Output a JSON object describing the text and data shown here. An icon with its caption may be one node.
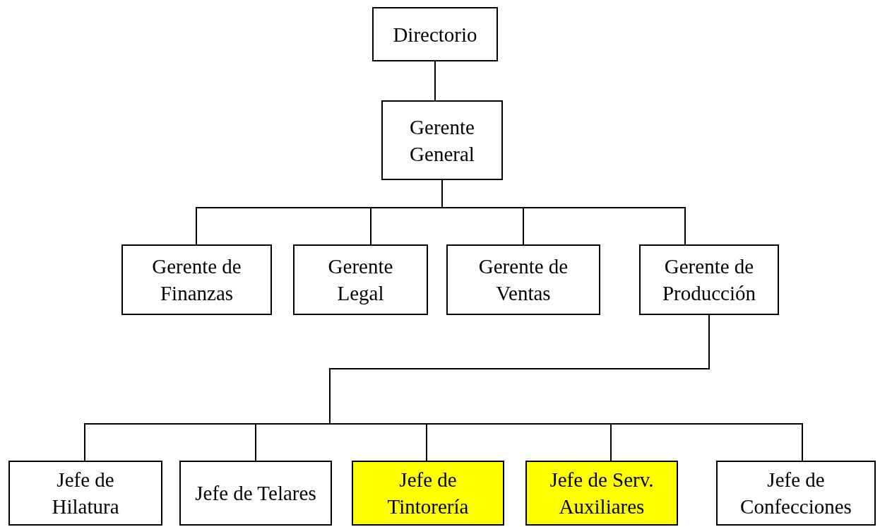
{
  "diagram": {
    "nodes": [
      {
        "text": [
          "Directorio"
        ]
      },
      {
        "text": [
          "Gerente General"
        ]
      },
      {
        "text": [
          "Gerente de Finanzas"
        ]
      },
      {
        "text": [
          "Gerente Legal"
        ]
      },
      {
        "text": [
          "Gerente de Ventas"
        ]
      },
      {
        "text": [
          "Gerente de Producción"
        ]
      },
      {
        "text": [
          "Jefe de Hilatura"
        ]
      },
      {
        "text": [
          "Jefe de Telares"
        ]
      },
      {
        "text": [
          "Jefe de Tintorería"
        ]
      },
      {
        "text": [
          "Jefe de Serv. Auxiliares"
        ]
      },
      {
        "text": [
          "Jefe de Confecciones"
        ]
      }
    ],
    "edges": [
      {
        "from": 0,
        "to": 1,
        "arrow": "none"
      },
      {
        "from": 1,
        "to": 2,
        "arrow": "none"
      },
      {
        "from": 1,
        "to": 3,
        "arrow": "none"
      },
      {
        "from": 1,
        "to": 4,
        "arrow": "none"
      },
      {
        "from": 1,
        "to": 5,
        "arrow": "none"
      },
      {
        "from": 5,
        "to": 6,
        "arrow": "none"
      },
      {
        "from": 5,
        "to": 7,
        "arrow": "none"
      },
      {
        "from": 5,
        "to": 8,
        "arrow": "none"
      },
      {
        "from": 5,
        "to": 9,
        "arrow": "none"
      },
      {
        "from": 5,
        "to": 10,
        "arrow": "none"
      }
    ]
  }
}
